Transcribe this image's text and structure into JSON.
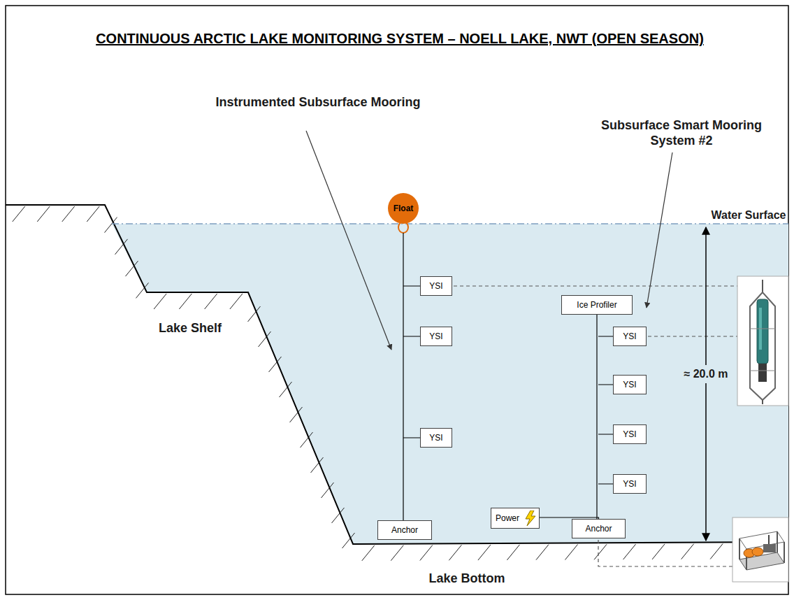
{
  "diagram": {
    "title": "CONTINUOUS ARCTIC LAKE MONITORING SYSTEM – NOELL  LAKE, NWT (OPEN SEASON)",
    "nodes": [
      {
        "text": [
          "Float"
        ]
      },
      {
        "text": [
          "YSI"
        ]
      },
      {
        "text": [
          "YSI"
        ]
      },
      {
        "text": [
          "YSI"
        ]
      },
      {
        "text": [
          "Anchor"
        ]
      },
      {
        "text": [
          "Ice Profiler"
        ]
      },
      {
        "text": [
          "YSI"
        ]
      },
      {
        "text": [
          "YSI"
        ]
      },
      {
        "text": [
          "YSI"
        ]
      },
      {
        "text": [
          "YSI"
        ]
      },
      {
        "text": [
          "Power"
        ]
      },
      {
        "text": [
          "Anchor"
        ]
      }
    ],
    "edges": [
      {
        "from": 0,
        "to": 4,
        "arrow": "none"
      },
      {
        "from": 5,
        "to": 11,
        "arrow": "none"
      },
      {
        "from": 10,
        "to": 11,
        "arrow": "none"
      }
    ],
    "labels": [
      "Instrumented Subsurface Mooring",
      "Subsurface Smart Mooring System #2",
      "Water Surface",
      "Lake Shelf",
      "Lake Bottom",
      "≈ 20.0 m"
    ]
  }
}
